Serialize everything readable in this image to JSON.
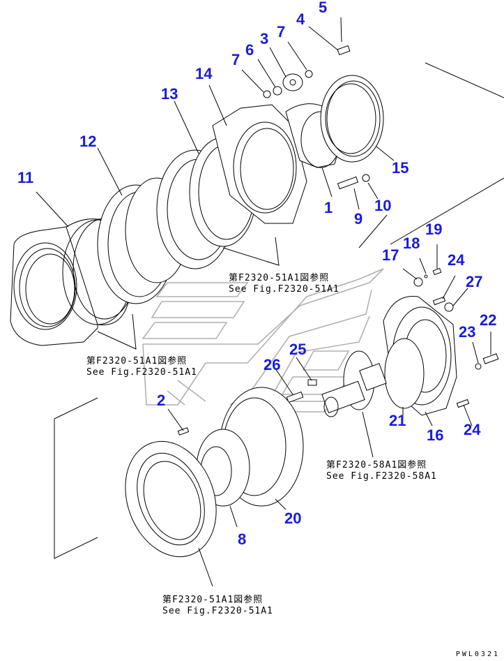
{
  "diagram": {
    "type": "exploded-parts-diagram",
    "drawing_code": "PWL0321",
    "callout_color": "#1a1adc",
    "callouts": [
      {
        "id": "1",
        "label": "1"
      },
      {
        "id": "2",
        "label": "2"
      },
      {
        "id": "3",
        "label": "3"
      },
      {
        "id": "4",
        "label": "4"
      },
      {
        "id": "5",
        "label": "5"
      },
      {
        "id": "6",
        "label": "6"
      },
      {
        "id": "7a",
        "label": "7"
      },
      {
        "id": "7b",
        "label": "7"
      },
      {
        "id": "8",
        "label": "8"
      },
      {
        "id": "9",
        "label": "9"
      },
      {
        "id": "10",
        "label": "10"
      },
      {
        "id": "11",
        "label": "11"
      },
      {
        "id": "12",
        "label": "12"
      },
      {
        "id": "13",
        "label": "13"
      },
      {
        "id": "14",
        "label": "14"
      },
      {
        "id": "15",
        "label": "15"
      },
      {
        "id": "16",
        "label": "16"
      },
      {
        "id": "17",
        "label": "17"
      },
      {
        "id": "18",
        "label": "18"
      },
      {
        "id": "19",
        "label": "19"
      },
      {
        "id": "20",
        "label": "20"
      },
      {
        "id": "21",
        "label": "21"
      },
      {
        "id": "22",
        "label": "22"
      },
      {
        "id": "23",
        "label": "23"
      },
      {
        "id": "24a",
        "label": "24"
      },
      {
        "id": "24b",
        "label": "24"
      },
      {
        "id": "25",
        "label": "25"
      },
      {
        "id": "26",
        "label": "26"
      },
      {
        "id": "27",
        "label": "27"
      }
    ],
    "references": [
      {
        "id": "ref-top",
        "jp": "第F2320-51A1図参照",
        "en": "See Fig.F2320-51A1"
      },
      {
        "id": "ref-left",
        "jp": "第F2320-51A1図参照",
        "en": "See Fig.F2320-51A1"
      },
      {
        "id": "ref-shaft",
        "jp": "第F2320-58A1図参照",
        "en": "See Fig.F2320-58A1"
      },
      {
        "id": "ref-bottom",
        "jp": "第F2320-51A1図参照",
        "en": "See Fig.F2320-51A1"
      }
    ]
  }
}
